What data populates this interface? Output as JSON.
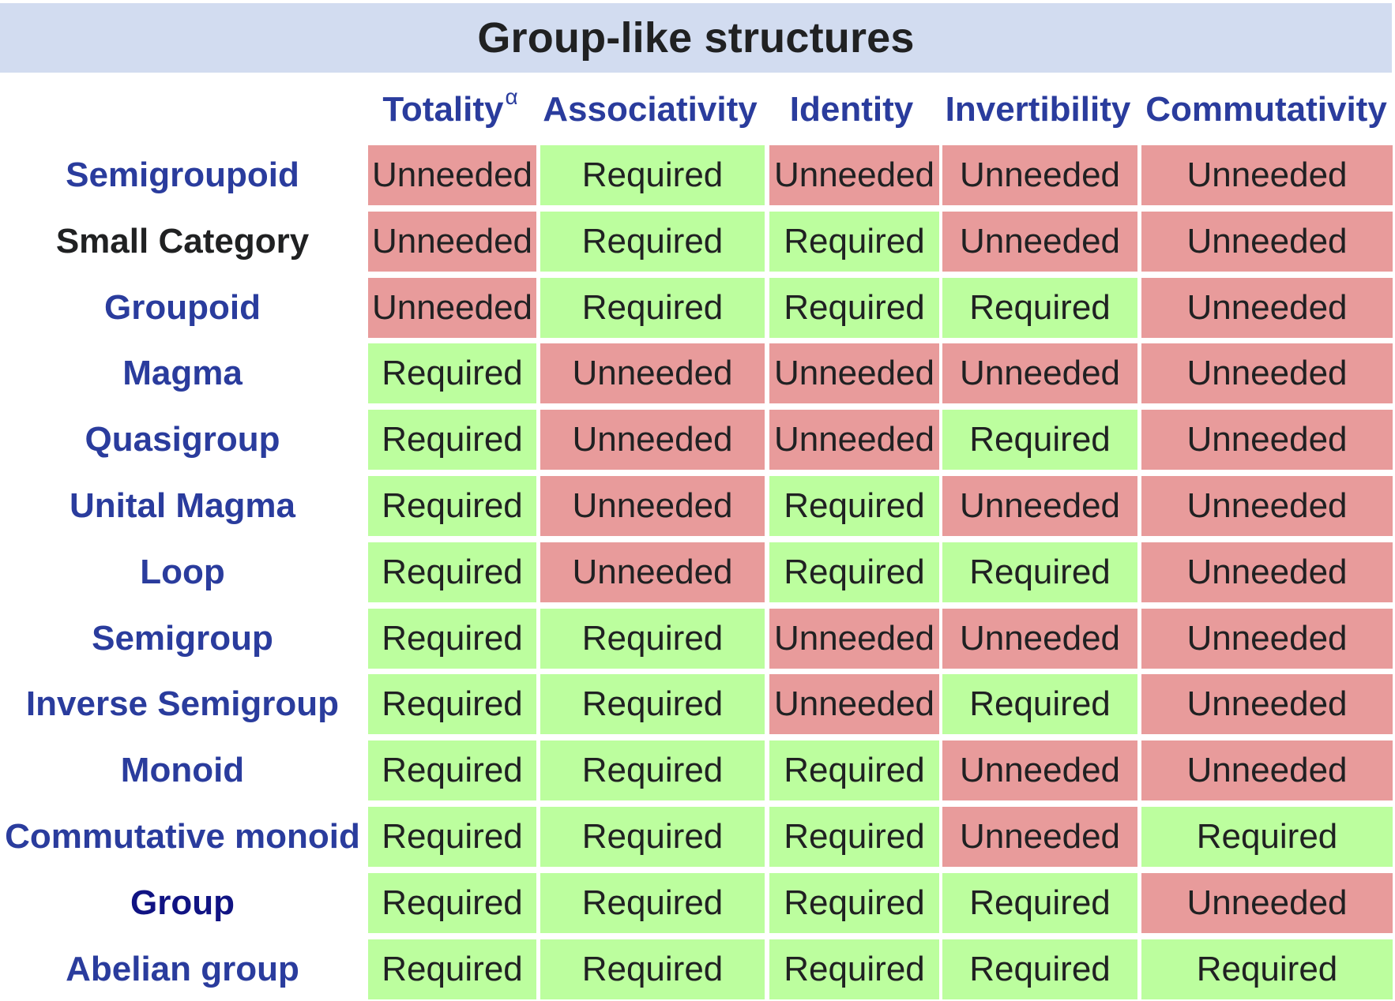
{
  "title": "Group-like structures",
  "columns": [
    {
      "label": "Totality",
      "sup": "α"
    },
    {
      "label": "Associativity",
      "sup": ""
    },
    {
      "label": "Identity",
      "sup": ""
    },
    {
      "label": "Invertibility",
      "sup": ""
    },
    {
      "label": "Commutativity",
      "sup": ""
    }
  ],
  "colors": {
    "required": "#bcfe9e",
    "unneeded": "#e89b9b",
    "title_bar": "#d2dcf0",
    "link": "#2a3c9d",
    "visited_link": "#101383",
    "text": "#202122"
  },
  "rows": [
    {
      "name": "Semigroupoid",
      "style": "link",
      "cells": [
        "Unneeded",
        "Required",
        "Unneeded",
        "Unneeded",
        "Unneeded"
      ]
    },
    {
      "name": "Small Category",
      "style": "black",
      "cells": [
        "Unneeded",
        "Required",
        "Required",
        "Unneeded",
        "Unneeded"
      ]
    },
    {
      "name": "Groupoid",
      "style": "link",
      "cells": [
        "Unneeded",
        "Required",
        "Required",
        "Required",
        "Unneeded"
      ]
    },
    {
      "name": "Magma",
      "style": "link",
      "cells": [
        "Required",
        "Unneeded",
        "Unneeded",
        "Unneeded",
        "Unneeded"
      ]
    },
    {
      "name": "Quasigroup",
      "style": "link",
      "cells": [
        "Required",
        "Unneeded",
        "Unneeded",
        "Required",
        "Unneeded"
      ]
    },
    {
      "name": "Unital Magma",
      "style": "link",
      "cells": [
        "Required",
        "Unneeded",
        "Required",
        "Unneeded",
        "Unneeded"
      ]
    },
    {
      "name": "Loop",
      "style": "link",
      "cells": [
        "Required",
        "Unneeded",
        "Required",
        "Required",
        "Unneeded"
      ]
    },
    {
      "name": "Semigroup",
      "style": "link",
      "cells": [
        "Required",
        "Required",
        "Unneeded",
        "Unneeded",
        "Unneeded"
      ]
    },
    {
      "name": "Inverse Semigroup",
      "style": "link",
      "cells": [
        "Required",
        "Required",
        "Unneeded",
        "Required",
        "Unneeded"
      ]
    },
    {
      "name": "Monoid",
      "style": "link",
      "cells": [
        "Required",
        "Required",
        "Required",
        "Unneeded",
        "Unneeded"
      ]
    },
    {
      "name": "Commutative monoid",
      "style": "link",
      "cells": [
        "Required",
        "Required",
        "Required",
        "Unneeded",
        "Required"
      ]
    },
    {
      "name": "Group",
      "style": "visited",
      "cells": [
        "Required",
        "Required",
        "Required",
        "Required",
        "Unneeded"
      ]
    },
    {
      "name": "Abelian group",
      "style": "link",
      "cells": [
        "Required",
        "Required",
        "Required",
        "Required",
        "Required"
      ]
    }
  ]
}
